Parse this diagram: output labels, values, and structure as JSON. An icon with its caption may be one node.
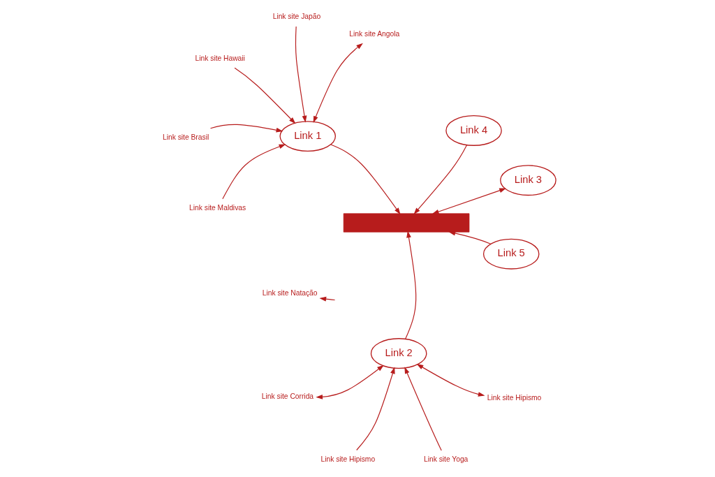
{
  "diagram": {
    "nodes": [
      {
        "text": [
          "Link site Hawaii"
        ]
      },
      {
        "text": [
          "Link site Angola"
        ]
      },
      {
        "text": [
          "Link site Maldivas"
        ]
      },
      {
        "text": [
          "Link site Japão"
        ]
      },
      {
        "text": [
          "Link 1"
        ]
      },
      {
        "text": [
          "Link site Corrida"
        ]
      },
      {
        "text": [
          "Link site Yoga"
        ]
      },
      {
        "text": [
          "Link site Hipismo"
        ]
      },
      {
        "text": [
          "Link site Brasil"
        ]
      },
      {
        "text": [
          "Link 2"
        ]
      },
      {
        "text": [],
        "shape": "box"
      },
      {
        "text": [
          "Link site Natação"
        ]
      },
      {
        "text": [
          "Link site Hipismo"
        ]
      },
      {
        "text": [
          "Link 5"
        ]
      },
      {
        "text": [
          "Link 3"
        ]
      },
      {
        "text": [
          "Link 4"
        ]
      }
    ],
    "edges": [
      {
        "from": 2,
        "to": 4,
        "arrow": "to"
      },
      {
        "from": 0,
        "to": 4,
        "arrow": "to"
      },
      {
        "from": 3,
        "to": 4,
        "arrow": "to"
      },
      {
        "from": 4,
        "to": 1,
        "arrow": "both"
      },
      {
        "from": 8,
        "to": 4,
        "arrow": "to"
      },
      {
        "from": 4,
        "to": 10,
        "arrow": "to"
      },
      {
        "from": 9,
        "to": 5,
        "arrow": "both"
      },
      {
        "from": 6,
        "to": 9,
        "arrow": "to"
      },
      {
        "from": 9,
        "to": 7,
        "arrow": "both"
      },
      {
        "from": 9,
        "to": 10,
        "arrow": "to"
      },
      {
        "from": null,
        "to": 11,
        "arrow": "to"
      },
      {
        "from": 12,
        "to": 9,
        "arrow": "to"
      },
      {
        "from": 13,
        "to": 10,
        "arrow": "to"
      },
      {
        "from": 15,
        "to": 10,
        "arrow": "to"
      },
      {
        "from": 10,
        "to": 14,
        "arrow": "both"
      }
    ]
  }
}
